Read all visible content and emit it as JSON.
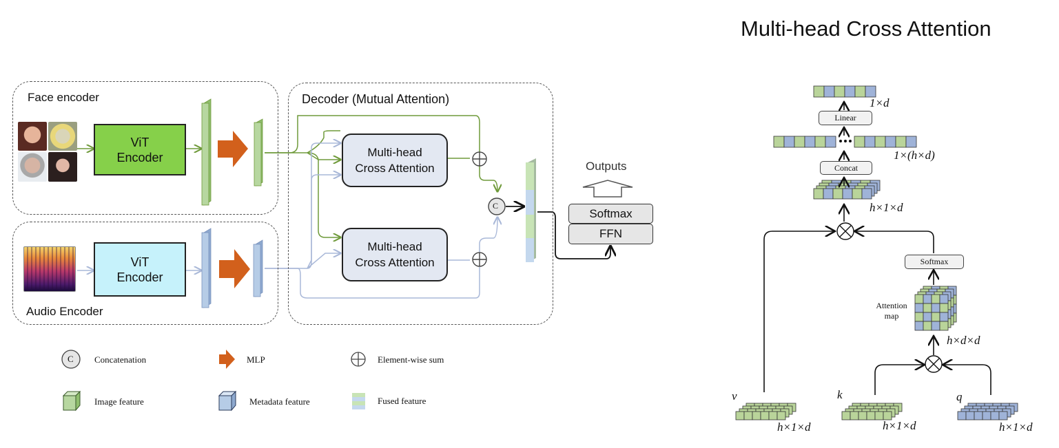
{
  "left": {
    "face_encoder_label": "Face encoder",
    "audio_encoder_label": "Audio Encoder",
    "decoder_label": "Decoder  (Mutual Attention)",
    "vit_face": {
      "line1": "ViT",
      "line2": "Encoder"
    },
    "vit_audio": {
      "line1": "ViT",
      "line2": "Encoder"
    },
    "mhca_top": {
      "line1": "Multi-head",
      "line2": "Cross Attention"
    },
    "mhca_bottom": {
      "line1": "Multi-head",
      "line2": "Cross Attention"
    },
    "concat_symbol": "C",
    "outputs_label": "Outputs",
    "softmax_label": "Softmax",
    "ffn_label": "FFN"
  },
  "legend": {
    "concatenation": "Concatenation",
    "mlp": "MLP",
    "element_wise_sum": "Element-wise sum",
    "image_feature": "Image feature",
    "metadata_feature": "Metadata feature",
    "fused_feature": "Fused feature",
    "c_symbol": "C"
  },
  "right": {
    "title": "Multi-head Cross Attention",
    "linear": "Linear",
    "concat": "Concat",
    "softmax": "Softmax",
    "attention_map_line1": "Attention",
    "attention_map_line2": "map",
    "dim_1xd": "1×d",
    "dim_1xhd": "1×(h×d)",
    "dim_hx1xd_top": "h×1×d",
    "dim_hxdxd": "h×d×d",
    "v_label": "v",
    "k_label": "k",
    "q_label": "q",
    "dim_v": "h×1×d",
    "dim_k": "h×1×d",
    "dim_q": "h×1×d"
  },
  "colors": {
    "green_line": "#6f9a3a",
    "blue_line": "#a9b8d8",
    "image_feature": "#b7d7a0",
    "metadata_feature": "#b6cce6",
    "vit_face_fill": "#86d04a",
    "vit_audio_fill": "#c6f2fb",
    "mlp_orange": "#d2601c",
    "cell_green": "#b9d49a",
    "cell_blue": "#9fb3d8"
  }
}
